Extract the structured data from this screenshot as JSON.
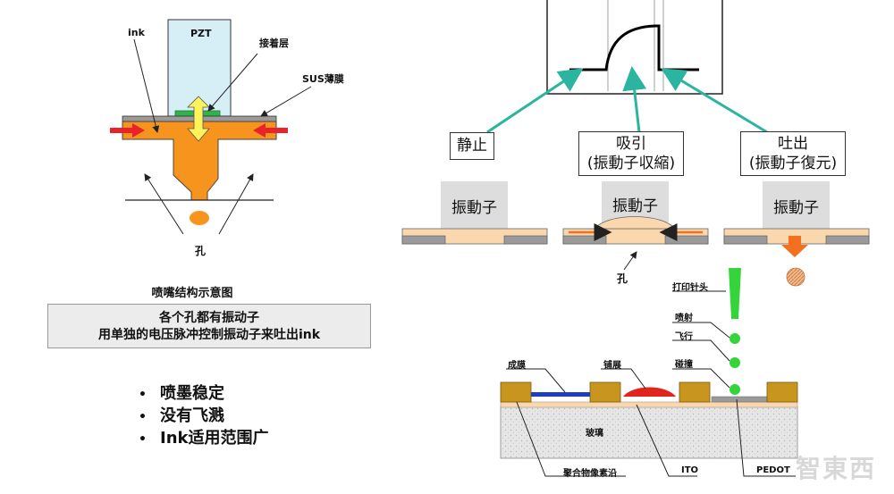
{
  "nozzle_diagram": {
    "ink_label": "ink",
    "pzt_label": "PZT",
    "adhesive_label": "接着层",
    "sus_label": "SUS薄膜",
    "hole_label": "孔",
    "caption": "喷嘴结构示意图",
    "colors": {
      "ink": "#f7941d",
      "pzt": "#d6eef6",
      "adhesive": "#2fb34a",
      "arrow": "#e8232a"
    }
  },
  "note_box": {
    "line1": "各个孔都有振动子",
    "line2": "用单独的电压脉冲控制振动子来吐出ink"
  },
  "features": [
    "喷墨稳定",
    "没有飞溅",
    "Ink适用范围广"
  ],
  "stages": [
    {
      "label_line1": "静止",
      "label_line2": "",
      "vibrator": "振動子"
    },
    {
      "label_line1": "吸引",
      "label_line2": "(振動子収縮)",
      "vibrator": "振動子"
    },
    {
      "label_line1": "吐出",
      "label_line2": "(振動子復元)",
      "vibrator": "振動子"
    }
  ],
  "middle_hole_label": "孔",
  "printing": {
    "needle_label": "打印针头",
    "eject_label": "喷射",
    "fly_label": "飞行",
    "impact_label": "碰撞",
    "film_label": "成膜",
    "spread_label": "铺展",
    "glass_label": "玻璃",
    "bank_label": "聚合物像素沿",
    "ito_label": "ITO",
    "pedot_label": "PEDOT"
  },
  "watermark": "智東西"
}
